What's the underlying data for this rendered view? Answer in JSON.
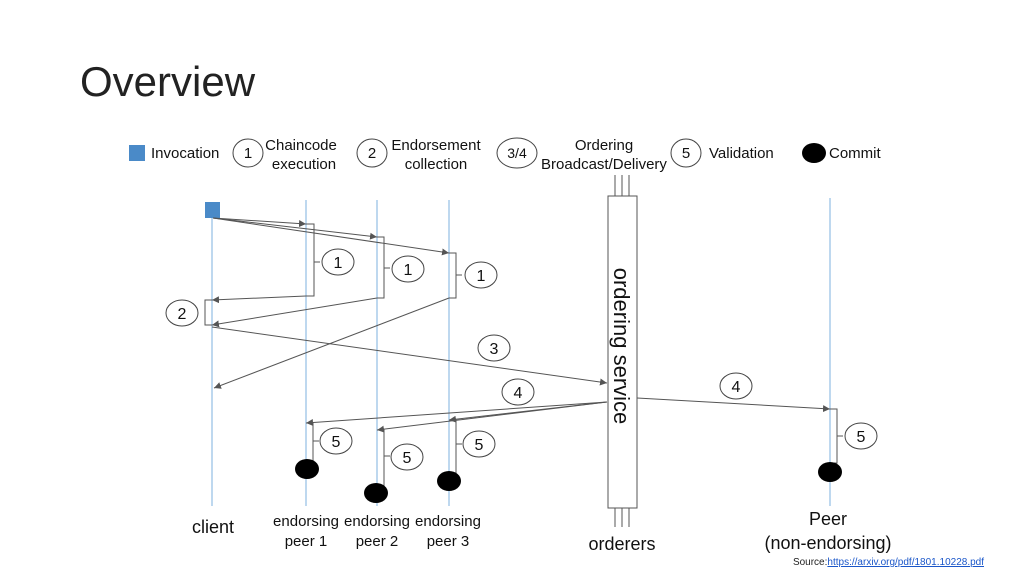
{
  "title": "Overview",
  "colors": {
    "invocation": "#4a8ac8",
    "lifeline": "#9cc3e6",
    "arrow": "#555555",
    "commit": "#000000"
  },
  "legend": {
    "invocation": "Invocation",
    "step1_num": "1",
    "step1_line1": "Chaincode",
    "step1_line2": "execution",
    "step2_num": "2",
    "step2_line1": "Endorsement",
    "step2_line2": "collection",
    "step34_num": "3/4",
    "step34_line1": "Ordering",
    "step34_line2": "Broadcast/Delivery",
    "step5_num": "5",
    "step5_label": "Validation",
    "commit": "Commit"
  },
  "service_label": "ordering service",
  "markers": {
    "exec": "1",
    "collect": "2",
    "broadcast": "3",
    "deliver": "4",
    "validate": "5"
  },
  "participants": {
    "client": "client",
    "peer1_line1": "endorsing",
    "peer1_line2": "peer 1",
    "peer2_line1": "endorsing",
    "peer2_line2": "peer 2",
    "peer3_line1": "endorsing",
    "peer3_line2": "peer 3",
    "orderers": "orderers",
    "peer4_line1": "Peer",
    "peer4_line2": "(non-endorsing)"
  },
  "source": {
    "prefix": "Source:",
    "link": "https://arxiv.org/pdf/1801.10228.pdf"
  }
}
